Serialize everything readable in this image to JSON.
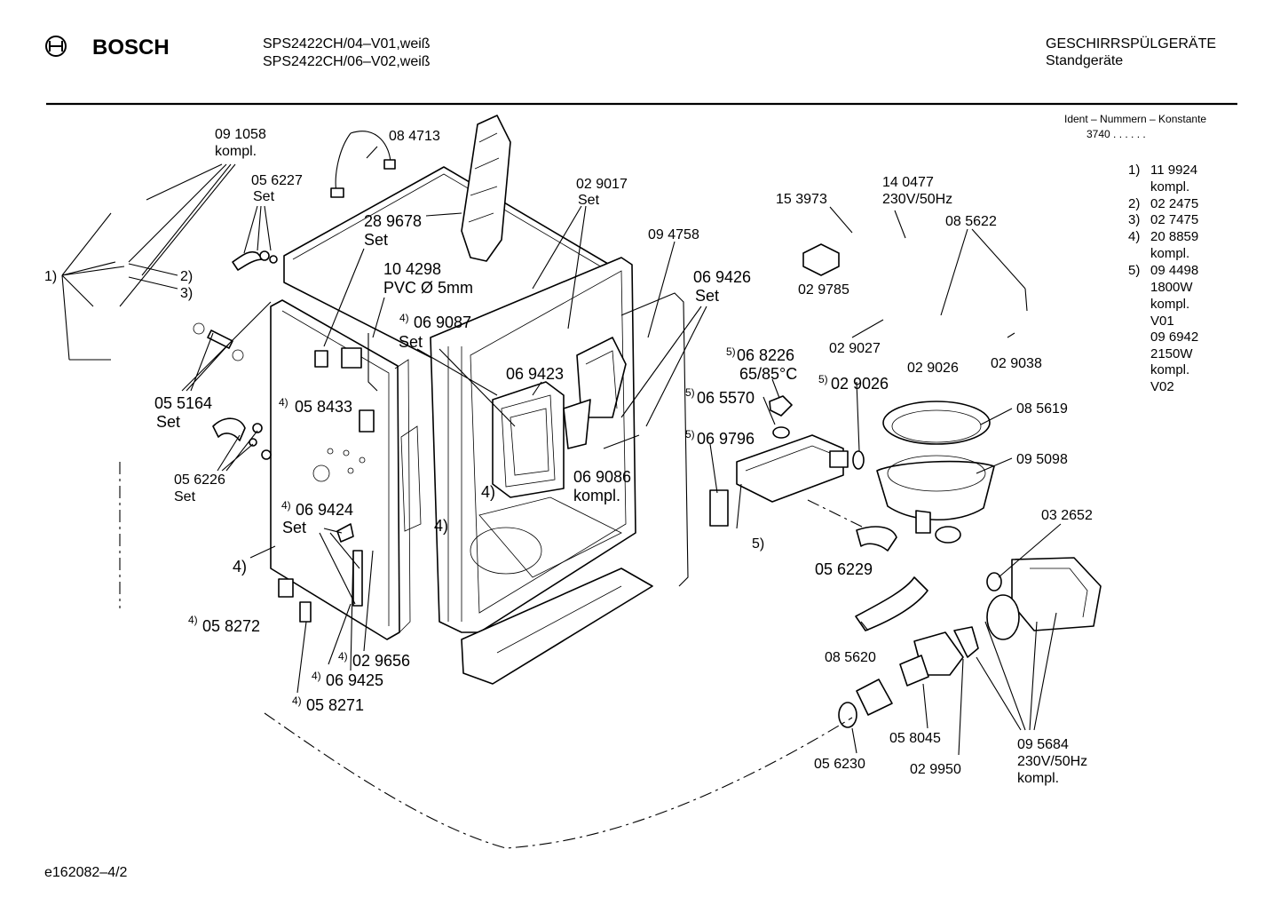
{
  "header": {
    "brand": "BOSCH",
    "model_line_1": "SPS2422CH/04–V01,weiß",
    "model_line_2": "SPS2422CH/06–V02,weiß",
    "category": "GESCHIRRSPÜLGERÄTE",
    "subcategory": "Standgeräte"
  },
  "ident": {
    "title": "Ident – Nummern – Konstante",
    "value": "3740 . .  . . . ."
  },
  "legend": [
    {
      "key": "1)",
      "lines": [
        "11 9924",
        "kompl."
      ]
    },
    {
      "key": "2)",
      "lines": [
        "02 2475"
      ]
    },
    {
      "key": "3)",
      "lines": [
        "02 7475"
      ]
    },
    {
      "key": "4)",
      "lines": [
        "20 8859",
        "kompl."
      ]
    },
    {
      "key": "5)",
      "lines": [
        "09 4498",
        "1800W",
        "kompl.",
        "V01",
        "09 6942",
        "2150W",
        "kompl.",
        "V02"
      ]
    }
  ],
  "footer": {
    "drawing_id": "e162082–4/2"
  },
  "labels": {
    "p091058": "09 1058",
    "p091058_sub": "kompl.",
    "p084713": "08 4713",
    "p056227": "05 6227",
    "p056227_sub": "Set",
    "p289678": "28 9678",
    "p289678_sub": "Set",
    "p104298": "10 4298",
    "p104298_sub": "PVC Ø 5mm",
    "p069087": "06 9087",
    "p069087_sup": "4)",
    "p069087_sub": "Set",
    "p029017": "02 9017",
    "p029017_sub": "Set",
    "p094758": "09 4758",
    "p069426": "06 9426",
    "p069426_sub": "Set",
    "p153973": "15 3973",
    "p140477": "14 0477",
    "p140477_sub": "230V/50Hz",
    "p085622": "08 5622",
    "p029785": "02 9785",
    "p029027": "02 9027",
    "p029026a": "02 9026",
    "p029038": "02 9038",
    "n1": "1)",
    "n2": "2)",
    "n3": "3)",
    "p055164": "05 5164",
    "p055164_sub": "Set",
    "p058433": "05 8433",
    "p058433_sup": "4)",
    "p069423": "06 9423",
    "p068226": "06 8226",
    "p068226_sup": "5)",
    "p068226_sub": "65/85°C",
    "p065570": "06 5570",
    "p065570_sup": "5)",
    "p029026b": "02 9026",
    "p029026b_sup": "5)",
    "p085619": "08 5619",
    "p069796": "06 9796",
    "p069796_sup": "5)",
    "p095098": "09 5098",
    "p056226": "05 6226",
    "p056226_sub": "Set",
    "n4a": "4)",
    "p069086": "06 9086",
    "p069086_sub": "kompl.",
    "p069424": "06 9424",
    "p069424_sup": "4)",
    "p069424_sub": "Set",
    "n4b": "4)",
    "n5": "5)",
    "p032652": "03 2652",
    "n4c": "4)",
    "p056229": "05 6229",
    "p058272": "05 8272",
    "p058272_sup": "4)",
    "p085620": "08 5620",
    "p029656": "02 9656",
    "p029656_sup": "4)",
    "p069425": "06 9425",
    "p069425_sup": "4)",
    "p058271": "05 8271",
    "p058271_sup": "4)",
    "p058045": "05 8045",
    "p095684": "09 5684",
    "p095684_sub": "230V/50Hz",
    "p095684_sub2": "kompl.",
    "p056230": "05 6230",
    "p029950": "02 9950"
  }
}
